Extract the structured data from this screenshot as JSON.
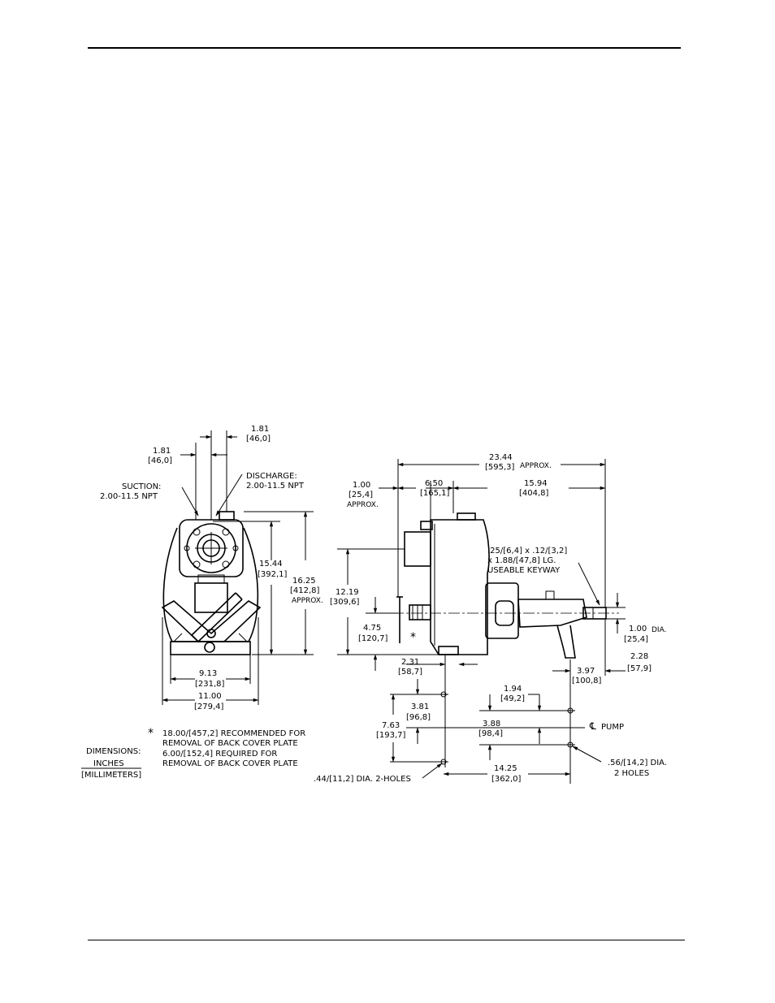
{
  "front_view": {
    "dim_top_right": {
      "in": "1.81",
      "mm": "[46,0]"
    },
    "dim_top_left": {
      "in": "1.81",
      "mm": "[46,0]"
    },
    "suction": {
      "label": "SUCTION:",
      "spec": "2.00-11.5 NPT"
    },
    "discharge": {
      "label": "DISCHARGE:",
      "spec": "2.00-11.5 NPT"
    },
    "dim_height": {
      "in": "15.44",
      "mm": "[392,1]"
    },
    "dim_overall_height": {
      "in": "16.25",
      "mm": "[412,8]",
      "note": "APPROX."
    },
    "dim_base_inner": {
      "in": "9.13",
      "mm": "[231,8]"
    },
    "dim_base_outer": {
      "in": "11.00",
      "mm": "[279,4]"
    }
  },
  "side_view": {
    "dim_overall_length": {
      "in": "23.44",
      "mm": "[595,3]",
      "note": "APPROX."
    },
    "dim_cover": {
      "in": "1.00",
      "mm": "[25,4]",
      "note": "APPROX."
    },
    "dim_body": {
      "in": "6.50",
      "mm": "[165,1]"
    },
    "dim_shaft_side": {
      "in": "15.94",
      "mm": "[404,8]"
    },
    "keyway": {
      "line1": ".25/[6,4] x .12/[3,2]",
      "line2": "x 1.88/[47,8] LG.",
      "line3": "USEABLE KEYWAY"
    },
    "dim_centerline_height": {
      "in": "12.19",
      "mm": "[309,6]"
    },
    "dim_4_75": {
      "in": "4.75",
      "mm": "[120,7]"
    },
    "asterisk": "*",
    "dim_shaft_dia": {
      "in": "1.00",
      "mm": "[25,4]",
      "note": "DIA."
    },
    "dim_2_28": {
      "in": "2.28",
      "mm": "[57,9]"
    },
    "dim_3_97": {
      "in": "3.97",
      "mm": "[100,8]"
    },
    "dim_2_31": {
      "in": "2.31",
      "mm": "[58,7]"
    }
  },
  "base_plan": {
    "dim_3_81": {
      "in": "3.81",
      "mm": "[96,8]"
    },
    "dim_7_63": {
      "in": "7.63",
      "mm": "[193,7]"
    },
    "dim_1_94": {
      "in": "1.94",
      "mm": "[49,2]"
    },
    "dim_3_88": {
      "in": "3.88",
      "mm": "[98,4]"
    },
    "centerline_label": "PUMP",
    "dim_14_25": {
      "in": "14.25",
      "mm": "[362,0]"
    },
    "holes_left": ".44/[11,2] DIA. 2-HOLES",
    "holes_right": {
      "line1": ".56/[14,2] DIA.",
      "line2": "2 HOLES"
    }
  },
  "notes": {
    "asterisk": "*",
    "line1": "18.00/[457,2] RECOMMENDED FOR",
    "line2": "REMOVAL OF BACK COVER PLATE",
    "line3": "6.00/[152,4] REQUIRED FOR",
    "line4": "REMOVAL OF BACK COVER PLATE"
  },
  "legend": {
    "title": "DIMENSIONS:",
    "units_top": "INCHES",
    "units_bottom": "[MILLIMETERS]"
  }
}
